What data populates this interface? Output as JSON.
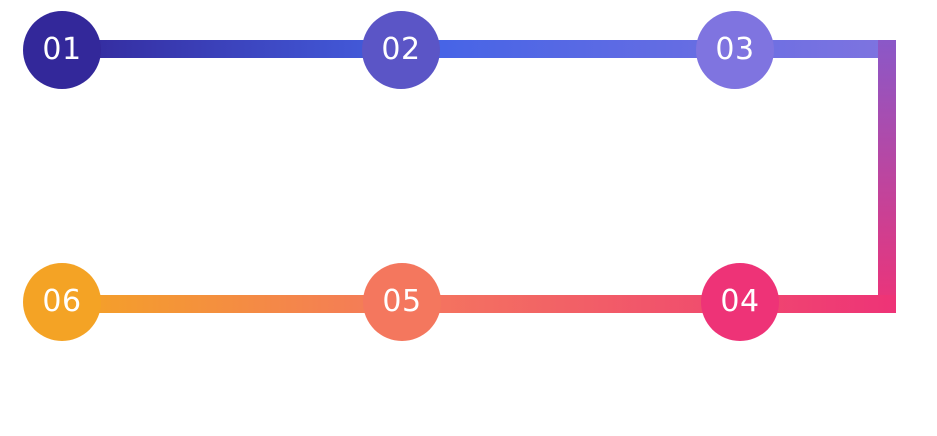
{
  "steps": [
    {
      "label": "01",
      "color": "#33289a"
    },
    {
      "label": "02",
      "color": "#5b55c6"
    },
    {
      "label": "03",
      "color": "#7f74e0"
    },
    {
      "label": "04",
      "color": "#ee3377"
    },
    {
      "label": "05",
      "color": "#f4775e"
    },
    {
      "label": "06",
      "color": "#f4a325"
    }
  ],
  "connector_colors": {
    "top": [
      "#33289a",
      "#4664e6",
      "#7f74e0"
    ],
    "right": [
      "#8a58c8",
      "#ee3377"
    ],
    "bottom": [
      "#f4a325",
      "#f4775e",
      "#ee3377"
    ]
  }
}
